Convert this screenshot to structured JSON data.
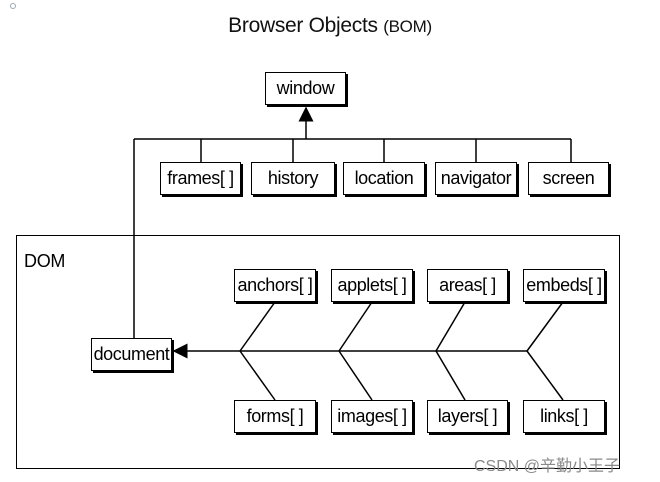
{
  "title": {
    "main": "Browser Objects",
    "sub": "(BOM)"
  },
  "window": "window",
  "bom_children": [
    "frames[ ]",
    "history",
    "location",
    "navigator",
    "screen"
  ],
  "dom_label": "DOM",
  "document": "document",
  "top_collections": [
    "anchors[ ]",
    "applets[ ]",
    "areas[ ]",
    "embeds[ ]"
  ],
  "bottom_collections": [
    "forms[ ]",
    "images[ ]",
    "layers[ ]",
    "links[ ]"
  ],
  "watermark": "CSDN @辛勤小王子"
}
